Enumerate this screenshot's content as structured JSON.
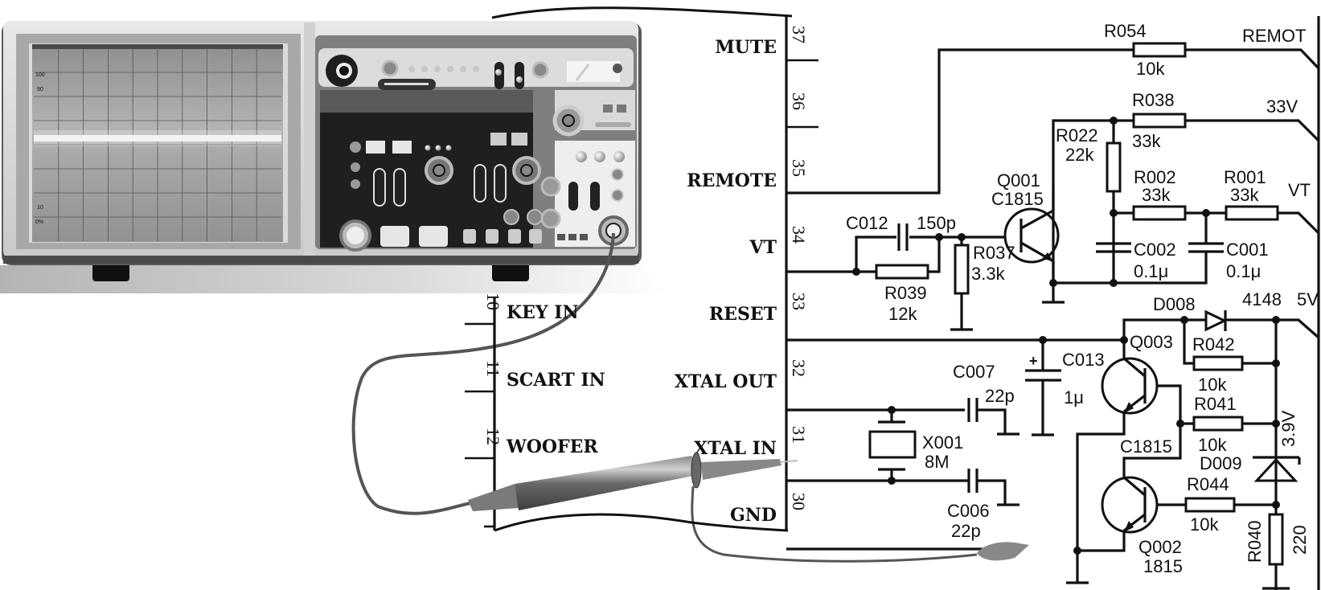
{
  "image": {
    "kind": "oscilloscope-measurement-illustration",
    "description": "Oscilloscope probing XTAL IN pin of a TV microcontroller schematic"
  },
  "oscilloscope": {
    "screen_labels": [
      "100",
      "90",
      "10",
      "0%"
    ],
    "trace": "flat horizontal line",
    "grid": {
      "columns": 10,
      "rows": 8
    }
  },
  "ic": {
    "left_pins": [
      {
        "number": "10",
        "label": "KEY IN"
      },
      {
        "number": "11",
        "label": "SCART IN"
      },
      {
        "number": "12",
        "label": "WOOFER"
      }
    ],
    "right_pins": [
      {
        "number": "37",
        "label": "MUTE"
      },
      {
        "number": "36",
        "label": ""
      },
      {
        "number": "35",
        "label": "REMOTE"
      },
      {
        "number": "34",
        "label": "VT"
      },
      {
        "number": "33",
        "label": "RESET"
      },
      {
        "number": "32",
        "label": "XTAL OUT"
      },
      {
        "number": "31",
        "label": "XTAL IN"
      },
      {
        "number": "30",
        "label": "GND"
      }
    ]
  },
  "components": {
    "R054": {
      "ref": "R054",
      "value": "10k"
    },
    "R038": {
      "ref": "R038",
      "value": "33k"
    },
    "R022": {
      "ref": "R022",
      "value": "22k"
    },
    "R002": {
      "ref": "R002",
      "value": "33k"
    },
    "R001": {
      "ref": "R001",
      "value": "33k"
    },
    "Q001": {
      "ref": "Q001",
      "value": "C1815"
    },
    "C012": {
      "ref": "C012",
      "value": "150p"
    },
    "R037": {
      "ref": "R037",
      "value": "3.3k"
    },
    "R039": {
      "ref": "R039",
      "value": "12k"
    },
    "C002": {
      "ref": "C002",
      "value": "0.1μ"
    },
    "C001": {
      "ref": "C001",
      "value": "0.1μ"
    },
    "D008": {
      "ref": "D008",
      "value": "4148"
    },
    "Q003": {
      "ref": "Q003",
      "value": "C1815"
    },
    "R042": {
      "ref": "R042",
      "value": "10k"
    },
    "R041": {
      "ref": "R041",
      "value": "10k"
    },
    "C013": {
      "ref": "C013",
      "value": "1μ",
      "polarity": "+"
    },
    "C007": {
      "ref": "C007",
      "value": "22p"
    },
    "X001": {
      "ref": "X001",
      "value": "8M"
    },
    "C006": {
      "ref": "C006",
      "value": "22p"
    },
    "D009": {
      "ref": "D009",
      "value": "3.9V"
    },
    "R044": {
      "ref": "R044",
      "value": "10k"
    },
    "Q002": {
      "ref": "Q002",
      "value": "1815"
    },
    "R040": {
      "ref": "R040",
      "value": "220"
    }
  },
  "net_labels": {
    "remot": "REMOT",
    "v33": "33V",
    "vt": "VT",
    "v5": "5V"
  }
}
